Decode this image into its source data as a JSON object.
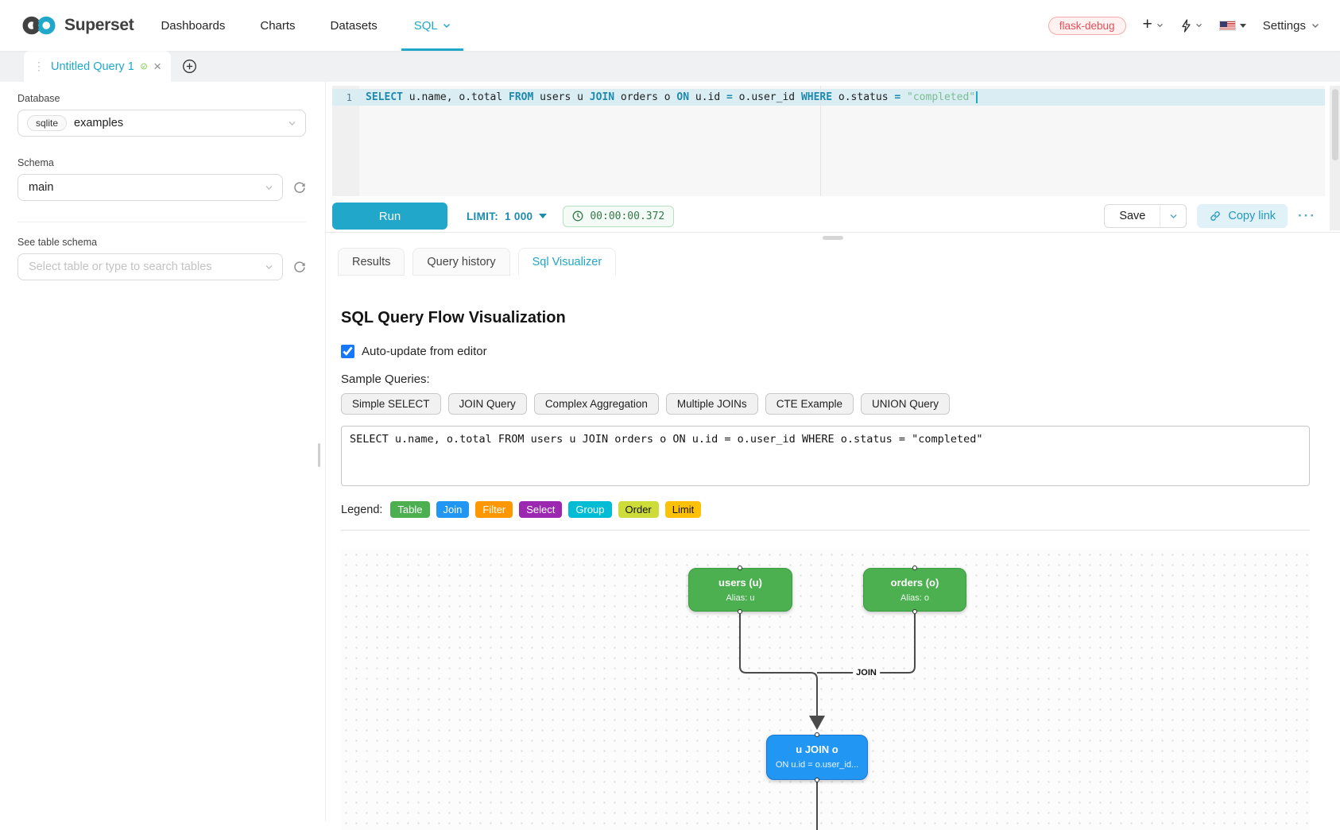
{
  "nav": {
    "brand": "Superset",
    "items": [
      {
        "label": "Dashboards"
      },
      {
        "label": "Charts"
      },
      {
        "label": "Datasets"
      }
    ],
    "sql_label": "SQL",
    "env_badge": "flask-debug",
    "settings_label": "Settings"
  },
  "tabbar": {
    "active_tab": "Untitled Query 1"
  },
  "sidebar": {
    "database_label": "Database",
    "database_engine": "sqlite",
    "database_name": "examples",
    "schema_label": "Schema",
    "schema_value": "main",
    "table_label": "See table schema",
    "table_placeholder": "Select table or type to search tables"
  },
  "editor": {
    "line_number": "1",
    "tokens": [
      {
        "t": "SELECT",
        "c": "kw"
      },
      {
        "t": " u.name, o.total ",
        "c": "plain"
      },
      {
        "t": "FROM",
        "c": "kw"
      },
      {
        "t": " users u ",
        "c": "plain"
      },
      {
        "t": "JOIN",
        "c": "kw"
      },
      {
        "t": " orders o ",
        "c": "plain"
      },
      {
        "t": "ON",
        "c": "kw"
      },
      {
        "t": " u.id ",
        "c": "plain"
      },
      {
        "t": "=",
        "c": "kw"
      },
      {
        "t": " o.user_id ",
        "c": "plain"
      },
      {
        "t": "WHERE",
        "c": "kw"
      },
      {
        "t": " o.status ",
        "c": "plain"
      },
      {
        "t": "=",
        "c": "kw"
      },
      {
        "t": " ",
        "c": "plain"
      },
      {
        "t": "\"completed\"",
        "c": "str"
      }
    ]
  },
  "toolbar": {
    "run": "Run",
    "limit_label": "LIMIT:",
    "limit_value": "1 000",
    "timer": "00:00:00.372",
    "save": "Save",
    "copy_link": "Copy link",
    "more": "···"
  },
  "south_tabs": [
    {
      "label": "Results",
      "active": false
    },
    {
      "label": "Query history",
      "active": false
    },
    {
      "label": "Sql Visualizer",
      "active": true
    }
  ],
  "viz": {
    "title": "SQL Query Flow Visualization",
    "auto_update_label": "Auto-update from editor",
    "auto_update_checked": true,
    "sample_label": "Sample Queries:",
    "samples": [
      "Simple SELECT",
      "JOIN Query",
      "Complex Aggregation",
      "Multiple JOINs",
      "CTE Example",
      "UNION Query"
    ],
    "sql_text": "SELECT u.name, o.total FROM users u JOIN orders o ON u.id = o.user_id WHERE o.status = \"completed\"",
    "legend_label": "Legend:",
    "legend": [
      {
        "label": "Table",
        "color": "#4CAF50",
        "text": "#ffffff"
      },
      {
        "label": "Join",
        "color": "#2196F3",
        "text": "#ffffff"
      },
      {
        "label": "Filter",
        "color": "#FF9800",
        "text": "#ffffff"
      },
      {
        "label": "Select",
        "color": "#9C27B0",
        "text": "#ffffff"
      },
      {
        "label": "Group",
        "color": "#00BCD4",
        "text": "#ffffff"
      },
      {
        "label": "Order",
        "color": "#CDDC39",
        "text": "#111111"
      },
      {
        "label": "Limit",
        "color": "#FFC107",
        "text": "#111111"
      }
    ]
  },
  "flow": {
    "nodes": [
      {
        "title": "users (u)",
        "subtitle": "Alias: u",
        "color": "#4CAF50"
      },
      {
        "title": "orders (o)",
        "subtitle": "Alias: o",
        "color": "#4CAF50"
      },
      {
        "title": "u JOIN o",
        "subtitle": "ON u.id = o.user_id...",
        "color": "#2196F3"
      }
    ],
    "edge_label": "JOIN"
  },
  "colors": {
    "accent": "#20A7C9",
    "edge": "#4a4a4a"
  }
}
